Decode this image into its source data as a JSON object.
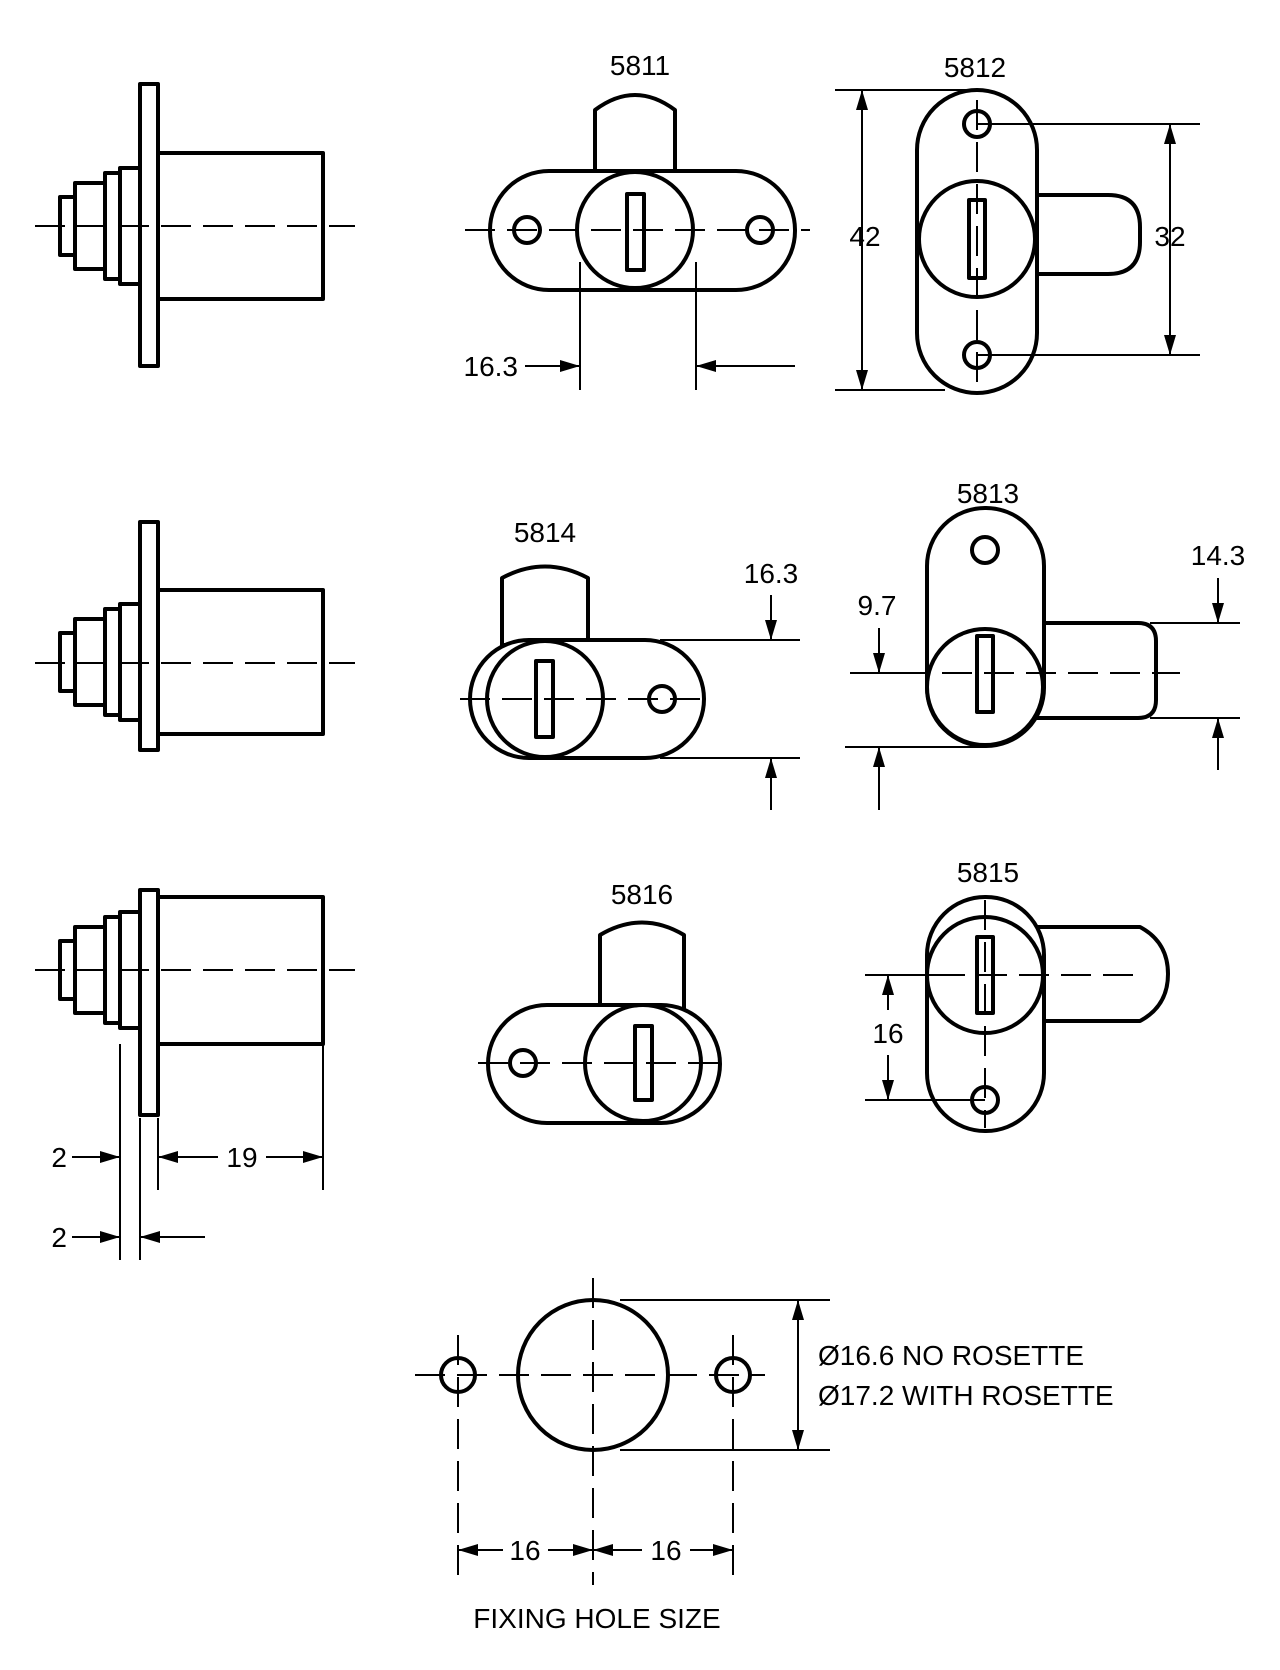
{
  "models": {
    "m5811": "5811",
    "m5812": "5812",
    "m5813": "5813",
    "m5814": "5814",
    "m5815": "5815",
    "m5816": "5816"
  },
  "dimensions": {
    "d5811_width": "16.3",
    "d5812_height": "42",
    "d5812_spacing": "32",
    "d5814_offset": "16.3",
    "d5813_offset": "9.7",
    "d5813_bolt": "14.3",
    "d5815_offset": "16",
    "flange_thickness": "2",
    "body_length": "19",
    "plate_thickness": "2",
    "hole_spacing_left": "16",
    "hole_spacing_right": "16"
  },
  "fixing_hole": {
    "no_rosette": "Ø16.6 NO ROSETTE",
    "with_rosette": "Ø17.2 WITH ROSETTE",
    "title": "FIXING HOLE SIZE"
  }
}
